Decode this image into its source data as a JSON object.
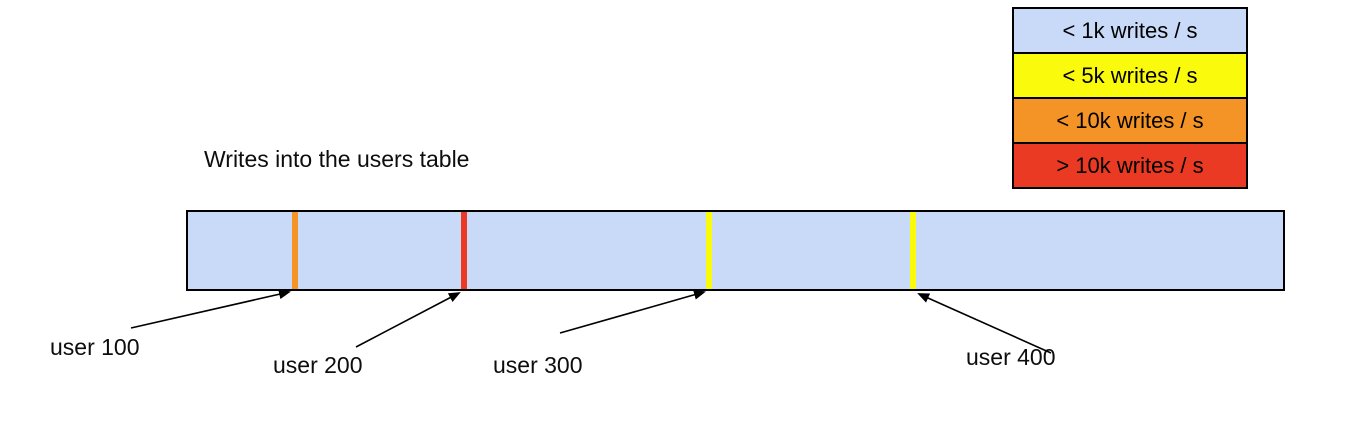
{
  "title": "Writes into the users table",
  "colors": {
    "bar_fill": "#c9daf8",
    "yellow": "#fafa0c",
    "orange": "#f59426",
    "red": "#ea3a23",
    "outline": "#000000"
  },
  "legend": {
    "items": [
      {
        "label": "< 1k writes / s",
        "color": "#c9daf8"
      },
      {
        "label": "< 5k writes / s",
        "color": "#fafa0c"
      },
      {
        "label": "< 10k writes / s",
        "color": "#f59426"
      },
      {
        "label": "> 10k writes / s",
        "color": "#ea3a23"
      }
    ]
  },
  "bar": {
    "markers": [
      {
        "label": "user 100",
        "color": "#f59426",
        "legend_label": "< 10k writes / s"
      },
      {
        "label": "user 200",
        "color": "#ea3a23",
        "legend_label": "> 10k writes / s"
      },
      {
        "label": "user 300",
        "color": "#fafa0c",
        "legend_label": "< 5k writes / s"
      },
      {
        "label": "user 400",
        "color": "#fafa0c",
        "legend_label": "< 5k writes / s"
      }
    ]
  }
}
